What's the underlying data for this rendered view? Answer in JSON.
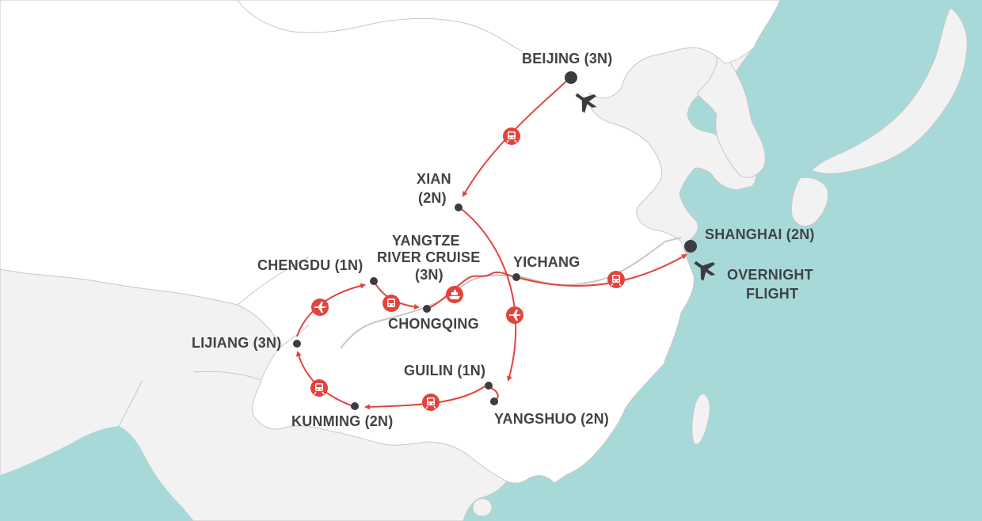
{
  "colors": {
    "sea": "#a8d9d9",
    "land": "#f2f2f2",
    "china": "#ffffff",
    "border": "#c7c7c7",
    "route": "#e4433d",
    "city": "#3a3d40",
    "label": "#3f4347"
  },
  "cities": {
    "beijing": "BEIJING (3N)",
    "xian_1": "XIAN",
    "xian_2": "(2N)",
    "yangtze_1": "YANGTZE",
    "yangtze_2": "RIVER CRUISE",
    "yangtze_3": "(3N)",
    "yichang": "YICHANG",
    "shanghai": "SHANGHAI (2N)",
    "overnight_1": "OVERNIGHT",
    "overnight_2": "FLIGHT",
    "chengdu": "CHENGDU (1N)",
    "chongqing": "CHONGQING",
    "lijiang": "LIJIANG (3N)",
    "guilin": "GUILIN (1N)",
    "kunming": "KUNMING (2N)",
    "yangshuo": "YANGSHUO (2N)"
  },
  "transport_icons": [
    "airplane-icon",
    "train-icon",
    "bus-icon",
    "boat-icon"
  ]
}
